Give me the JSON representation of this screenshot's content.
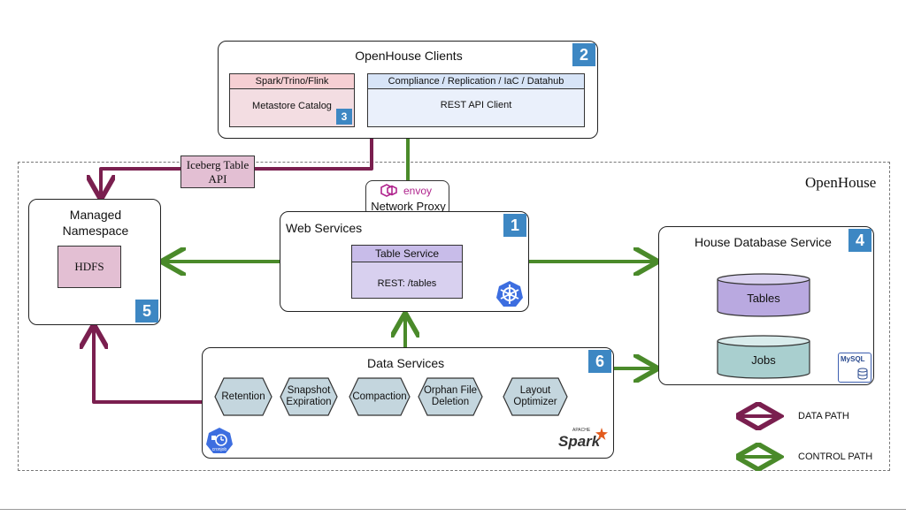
{
  "openhouse_label": "OpenHouse",
  "clients": {
    "title": "OpenHouse Clients",
    "badge": "2",
    "metastore": {
      "header": "Spark/Trino/Flink",
      "body": "Metastore Catalog",
      "badge": "3"
    },
    "rest": {
      "header": "Compliance / Replication / IaC / Datahub",
      "body": "REST API Client"
    }
  },
  "iceberg_api": {
    "line1": "Iceberg Table",
    "line2": "API"
  },
  "envoy": {
    "logo": "envoy",
    "label": "Network Proxy"
  },
  "managed_namespace": {
    "title_line1": "Managed",
    "title_line2": "Namespace",
    "hdfs": "HDFS",
    "badge": "5"
  },
  "web_services": {
    "title": "Web Services",
    "badge": "1",
    "table_service": {
      "header": "Table Service",
      "body": "REST: /tables"
    }
  },
  "house_db": {
    "title": "House Database Service",
    "badge": "4",
    "tables": "Tables",
    "jobs": "Jobs",
    "mysql_logo": "MySQL"
  },
  "data_services": {
    "title": "Data Services",
    "badge": "6",
    "items": [
      {
        "line1": "Retention",
        "line2": ""
      },
      {
        "line1": "Snapshot",
        "line2": "Expiration"
      },
      {
        "line1": "Compaction",
        "line2": ""
      },
      {
        "line1": "Orphan File",
        "line2": "Deletion"
      },
      {
        "line1": "Layout",
        "line2": "Optimizer"
      }
    ],
    "spark_logo": "Spark",
    "spark_small": "APACHE",
    "cronjob_label": "cronjob"
  },
  "legend": {
    "data_path": "DATA PATH",
    "control_path": "CONTROL PATH",
    "data_color": "#7a1f4f",
    "control_color": "#4a8a2a"
  },
  "colors": {
    "badge": "#3d87c3",
    "pink_header": "#f6cfd3",
    "pink_body": "#f3dde2",
    "blue_header": "#d7e4f7",
    "blue_body": "#eaf0fb",
    "purple_top": "#d8d0ef",
    "purple_body": "#b9a9e0",
    "teal_top": "#d9ecec",
    "teal_body": "#a9cfcf",
    "hex_fill": "#c4d6de",
    "hdfs_fill": "#e3bfd3"
  }
}
